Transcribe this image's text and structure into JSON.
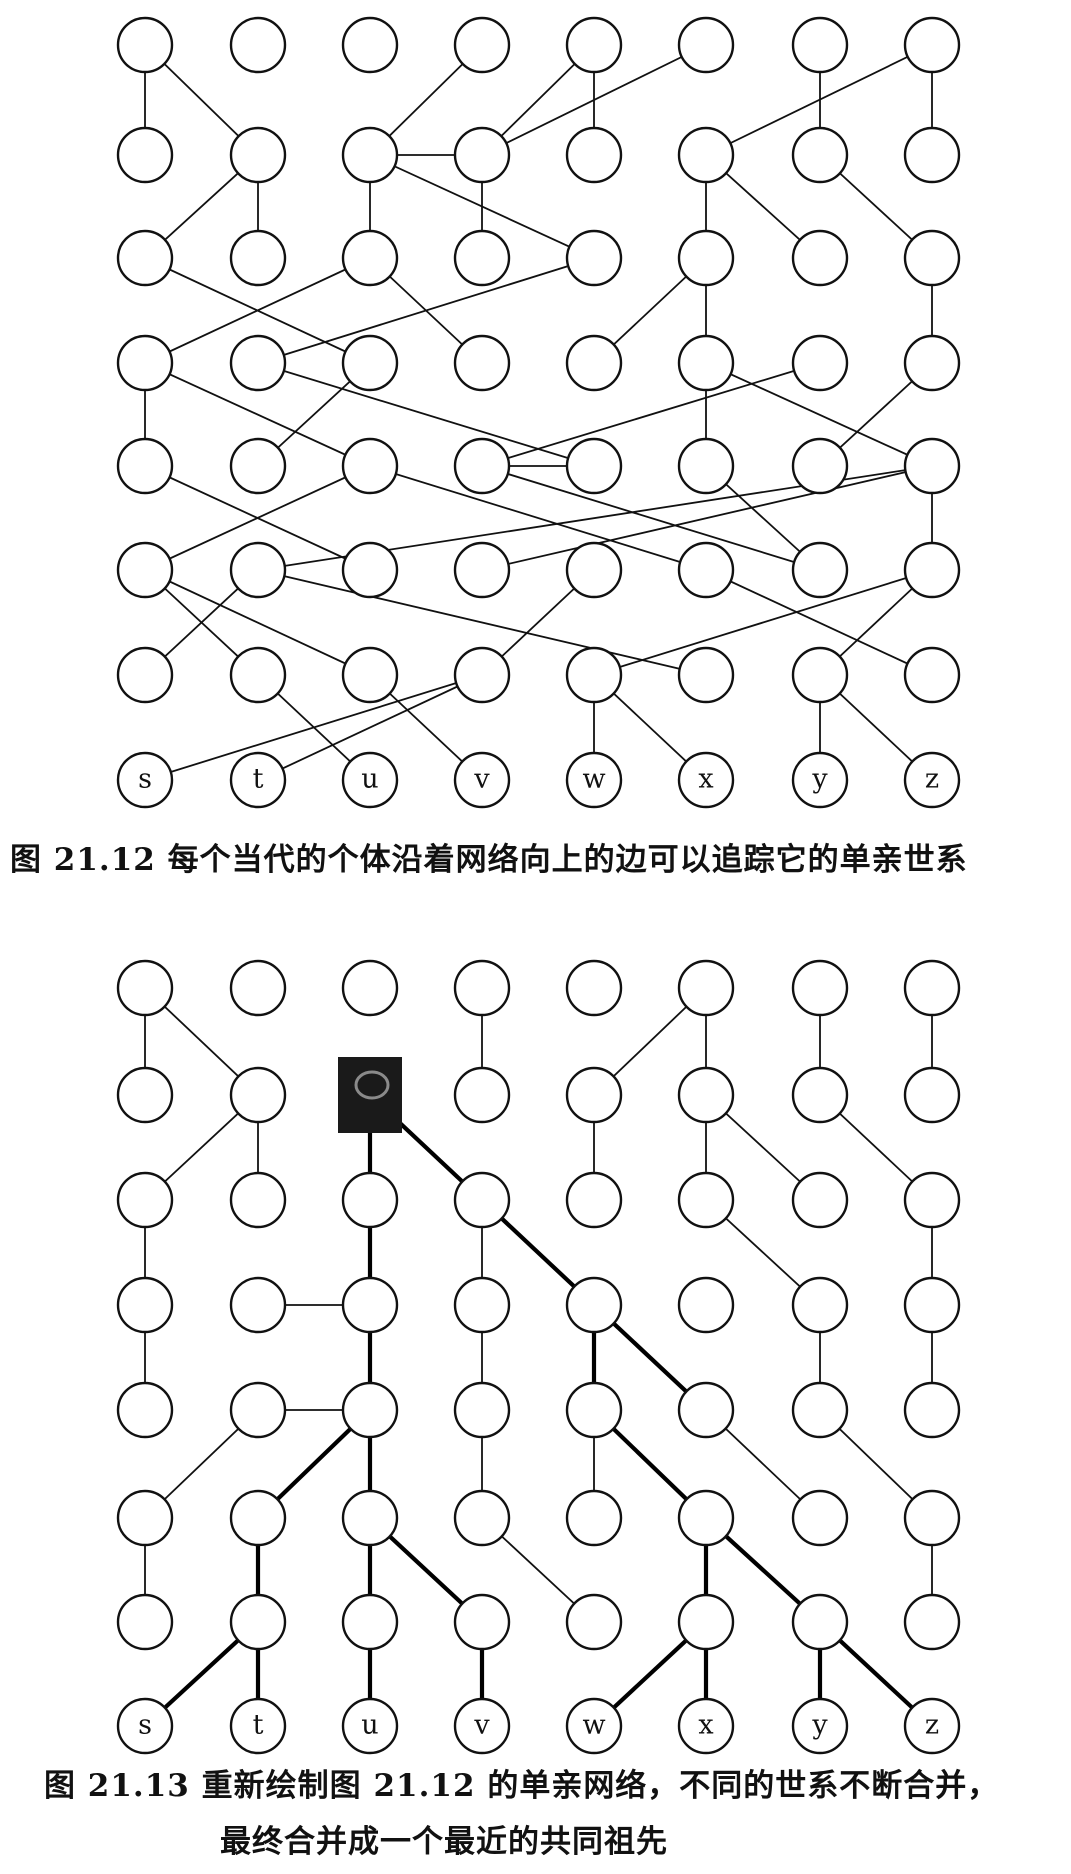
{
  "figures": [
    {
      "id": "fig-21-12",
      "caption": "图 21.12   每个当代的个体沿着网络向上的边可以追踪它的单亲世系",
      "leaf_labels": [
        "s",
        "t",
        "u",
        "v",
        "w",
        "x",
        "y",
        "z"
      ],
      "edges": [
        [
          [
            0,
            0
          ],
          [
            0,
            1
          ]
        ],
        [
          [
            0,
            0
          ],
          [
            1,
            1
          ]
        ],
        [
          [
            1,
            1
          ],
          [
            0,
            2
          ]
        ],
        [
          [
            1,
            1
          ],
          [
            1,
            2
          ]
        ],
        [
          [
            0,
            2
          ],
          [
            2,
            3
          ]
        ],
        [
          [
            3,
            0
          ],
          [
            2,
            1
          ]
        ],
        [
          [
            2,
            1
          ],
          [
            3,
            1
          ]
        ],
        [
          [
            2,
            1
          ],
          [
            2,
            2
          ]
        ],
        [
          [
            2,
            1
          ],
          [
            4,
            2
          ]
        ],
        [
          [
            3,
            1
          ],
          [
            4,
            0
          ]
        ],
        [
          [
            6,
            0
          ],
          [
            6,
            1
          ]
        ],
        [
          [
            6,
            1
          ],
          [
            7,
            2
          ]
        ],
        [
          [
            7,
            0
          ],
          [
            7,
            1
          ]
        ],
        [
          [
            5,
            0
          ],
          [
            3,
            1
          ]
        ],
        [
          [
            3,
            1
          ],
          [
            3,
            2
          ]
        ],
        [
          [
            4,
            1
          ],
          [
            4,
            0
          ]
        ],
        [
          [
            5,
            1
          ],
          [
            5,
            2
          ]
        ],
        [
          [
            5,
            1
          ],
          [
            6,
            2
          ]
        ],
        [
          [
            5,
            1
          ],
          [
            7,
            0
          ]
        ],
        [
          [
            2,
            2
          ],
          [
            0,
            3
          ]
        ],
        [
          [
            2,
            2
          ],
          [
            3,
            3
          ]
        ],
        [
          [
            4,
            2
          ],
          [
            1,
            3
          ]
        ],
        [
          [
            5,
            2
          ],
          [
            4,
            3
          ]
        ],
        [
          [
            5,
            2
          ],
          [
            5,
            3
          ]
        ],
        [
          [
            7,
            2
          ],
          [
            7,
            3
          ]
        ],
        [
          [
            0,
            3
          ],
          [
            0,
            4
          ]
        ],
        [
          [
            0,
            3
          ],
          [
            2,
            4
          ]
        ],
        [
          [
            1,
            3
          ],
          [
            4,
            4
          ]
        ],
        [
          [
            2,
            3
          ],
          [
            1,
            4
          ]
        ],
        [
          [
            5,
            3
          ],
          [
            5,
            4
          ]
        ],
        [
          [
            5,
            3
          ],
          [
            7,
            4
          ]
        ],
        [
          [
            6,
            3
          ],
          [
            3,
            4
          ]
        ],
        [
          [
            7,
            3
          ],
          [
            6,
            4
          ]
        ],
        [
          [
            0,
            4
          ],
          [
            2,
            5
          ]
        ],
        [
          [
            2,
            4
          ],
          [
            0,
            5
          ]
        ],
        [
          [
            2,
            4
          ],
          [
            5,
            5
          ]
        ],
        [
          [
            3,
            4
          ],
          [
            6,
            5
          ]
        ],
        [
          [
            7,
            4
          ],
          [
            1,
            5
          ]
        ],
        [
          [
            7,
            4
          ],
          [
            7,
            5
          ]
        ],
        [
          [
            5,
            4
          ],
          [
            6,
            5
          ]
        ],
        [
          [
            3,
            4
          ],
          [
            4,
            4
          ]
        ],
        [
          [
            0,
            5
          ],
          [
            1,
            6
          ]
        ],
        [
          [
            0,
            5
          ],
          [
            2,
            6
          ]
        ],
        [
          [
            1,
            5
          ],
          [
            0,
            6
          ]
        ],
        [
          [
            1,
            5
          ],
          [
            5,
            6
          ]
        ],
        [
          [
            3,
            5
          ],
          [
            7,
            4
          ]
        ],
        [
          [
            4,
            5
          ],
          [
            3,
            6
          ]
        ],
        [
          [
            5,
            5
          ],
          [
            7,
            6
          ]
        ],
        [
          [
            7,
            5
          ],
          [
            4,
            6
          ]
        ],
        [
          [
            7,
            5
          ],
          [
            6,
            6
          ]
        ],
        [
          [
            0,
            4
          ],
          [
            0,
            4
          ]
        ],
        [
          [
            1,
            6
          ],
          [
            2,
            7
          ]
        ],
        [
          [
            2,
            6
          ],
          [
            3,
            7
          ]
        ],
        [
          [
            3,
            6
          ],
          [
            0,
            7
          ]
        ],
        [
          [
            3,
            6
          ],
          [
            1,
            7
          ]
        ],
        [
          [
            4,
            6
          ],
          [
            4,
            7
          ]
        ],
        [
          [
            4,
            6
          ],
          [
            5,
            7
          ]
        ],
        [
          [
            6,
            6
          ],
          [
            6,
            7
          ]
        ],
        [
          [
            6,
            6
          ],
          [
            7,
            7
          ]
        ]
      ]
    },
    {
      "id": "fig-21-13",
      "caption_line1": "图 21.13    重新绘制图 21.12 的单亲网络，不同的世系不断合并，",
      "caption_line2": "最终合并成一个最近的共同祖先",
      "leaf_labels": [
        "s",
        "t",
        "u",
        "v",
        "w",
        "x",
        "y",
        "z"
      ],
      "ancestor": [
        2,
        1
      ],
      "edges": [
        [
          [
            0,
            0
          ],
          [
            0,
            1
          ]
        ],
        [
          [
            0,
            0
          ],
          [
            1,
            1
          ]
        ],
        [
          [
            1,
            1
          ],
          [
            0,
            2
          ]
        ],
        [
          [
            1,
            1
          ],
          [
            1,
            2
          ]
        ],
        [
          [
            0,
            2
          ],
          [
            0,
            3
          ]
        ],
        [
          [
            0,
            3
          ],
          [
            0,
            4
          ]
        ],
        [
          [
            3,
            0
          ],
          [
            3,
            1
          ]
        ],
        [
          [
            5,
            0
          ],
          [
            4,
            1
          ]
        ],
        [
          [
            5,
            0
          ],
          [
            5,
            1
          ]
        ],
        [
          [
            6,
            0
          ],
          [
            6,
            1
          ]
        ],
        [
          [
            7,
            0
          ],
          [
            7,
            1
          ]
        ],
        [
          [
            4,
            1
          ],
          [
            4,
            2
          ]
        ],
        [
          [
            5,
            1
          ],
          [
            5,
            2
          ]
        ],
        [
          [
            5,
            1
          ],
          [
            6,
            2
          ]
        ],
        [
          [
            6,
            1
          ],
          [
            7,
            2
          ]
        ],
        [
          [
            3,
            2
          ],
          [
            3,
            3
          ]
        ],
        [
          [
            2,
            3
          ],
          [
            1,
            3
          ]
        ],
        [
          [
            5,
            2
          ],
          [
            6,
            3
          ]
        ],
        [
          [
            7,
            2
          ],
          [
            7,
            3
          ]
        ],
        [
          [
            3,
            3
          ],
          [
            3,
            4
          ]
        ],
        [
          [
            2,
            4
          ],
          [
            1,
            4
          ]
        ],
        [
          [
            1,
            4
          ],
          [
            0,
            5
          ]
        ],
        [
          [
            6,
            3
          ],
          [
            6,
            4
          ]
        ],
        [
          [
            6,
            4
          ],
          [
            7,
            5
          ]
        ],
        [
          [
            7,
            3
          ],
          [
            7,
            4
          ]
        ],
        [
          [
            3,
            4
          ],
          [
            3,
            5
          ]
        ],
        [
          [
            3,
            5
          ],
          [
            4,
            6
          ]
        ],
        [
          [
            4,
            4
          ],
          [
            4,
            5
          ]
        ],
        [
          [
            5,
            4
          ],
          [
            6,
            5
          ]
        ],
        [
          [
            0,
            5
          ],
          [
            0,
            6
          ]
        ],
        [
          [
            7,
            5
          ],
          [
            7,
            6
          ]
        ]
      ],
      "bold_edges": [
        [
          [
            2,
            1
          ],
          [
            2,
            2
          ]
        ],
        [
          [
            2,
            1
          ],
          [
            3,
            2
          ]
        ],
        [
          [
            3,
            2
          ],
          [
            4,
            3
          ]
        ],
        [
          [
            2,
            2
          ],
          [
            2,
            3
          ]
        ],
        [
          [
            2,
            3
          ],
          [
            2,
            4
          ]
        ],
        [
          [
            4,
            3
          ],
          [
            4,
            4
          ]
        ],
        [
          [
            4,
            3
          ],
          [
            5,
            4
          ]
        ],
        [
          [
            2,
            4
          ],
          [
            1,
            5
          ]
        ],
        [
          [
            2,
            4
          ],
          [
            2,
            5
          ]
        ],
        [
          [
            4,
            4
          ],
          [
            5,
            5
          ]
        ],
        [
          [
            1,
            5
          ],
          [
            1,
            6
          ]
        ],
        [
          [
            2,
            5
          ],
          [
            2,
            6
          ]
        ],
        [
          [
            2,
            5
          ],
          [
            3,
            6
          ]
        ],
        [
          [
            5,
            5
          ],
          [
            5,
            6
          ]
        ],
        [
          [
            5,
            5
          ],
          [
            6,
            6
          ]
        ],
        [
          [
            1,
            6
          ],
          [
            0,
            7
          ]
        ],
        [
          [
            1,
            6
          ],
          [
            1,
            7
          ]
        ],
        [
          [
            2,
            6
          ],
          [
            2,
            7
          ]
        ],
        [
          [
            3,
            6
          ],
          [
            3,
            7
          ]
        ],
        [
          [
            5,
            6
          ],
          [
            4,
            7
          ]
        ],
        [
          [
            5,
            6
          ],
          [
            5,
            7
          ]
        ],
        [
          [
            6,
            6
          ],
          [
            6,
            7
          ]
        ],
        [
          [
            6,
            6
          ],
          [
            7,
            7
          ]
        ]
      ]
    }
  ]
}
